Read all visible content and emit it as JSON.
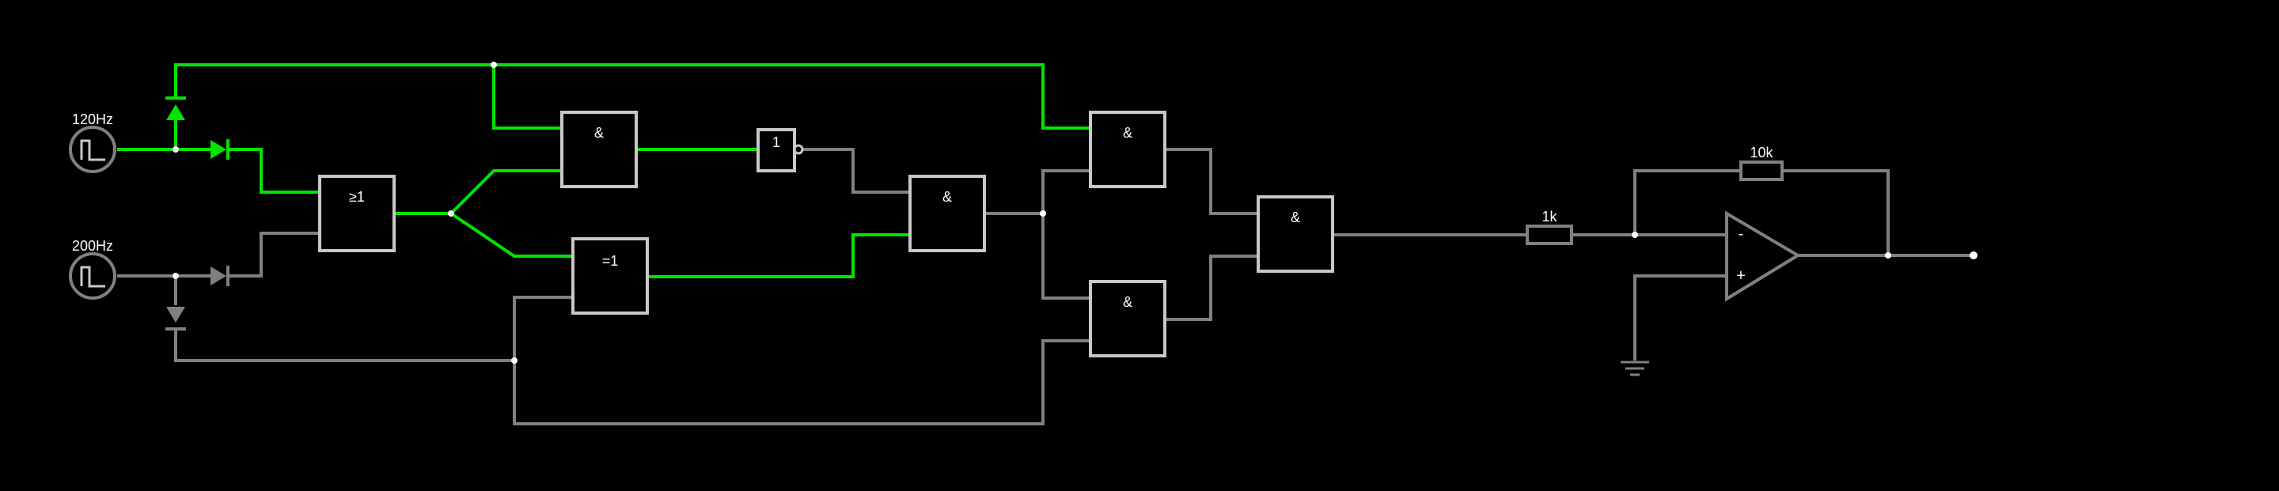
{
  "sources": [
    {
      "id": "src1",
      "label": "120Hz"
    },
    {
      "id": "src2",
      "label": "200Hz"
    }
  ],
  "gates": [
    {
      "id": "or1",
      "label": "≥1"
    },
    {
      "id": "and1",
      "label": "&"
    },
    {
      "id": "xor1",
      "label": "=1"
    },
    {
      "id": "not1",
      "label": "1"
    },
    {
      "id": "and2",
      "label": "&"
    },
    {
      "id": "and3",
      "label": "&"
    },
    {
      "id": "and4",
      "label": "&"
    },
    {
      "id": "and5",
      "label": "&"
    }
  ],
  "components": {
    "resistor_in": "1k",
    "resistor_fb": "10k",
    "opamp_minus": "-",
    "opamp_plus": "+"
  },
  "colors": {
    "active": "#00e400",
    "inactive": "#808080",
    "gate": "#c8c8c8",
    "node": "#ffffff",
    "background": "#000000"
  }
}
